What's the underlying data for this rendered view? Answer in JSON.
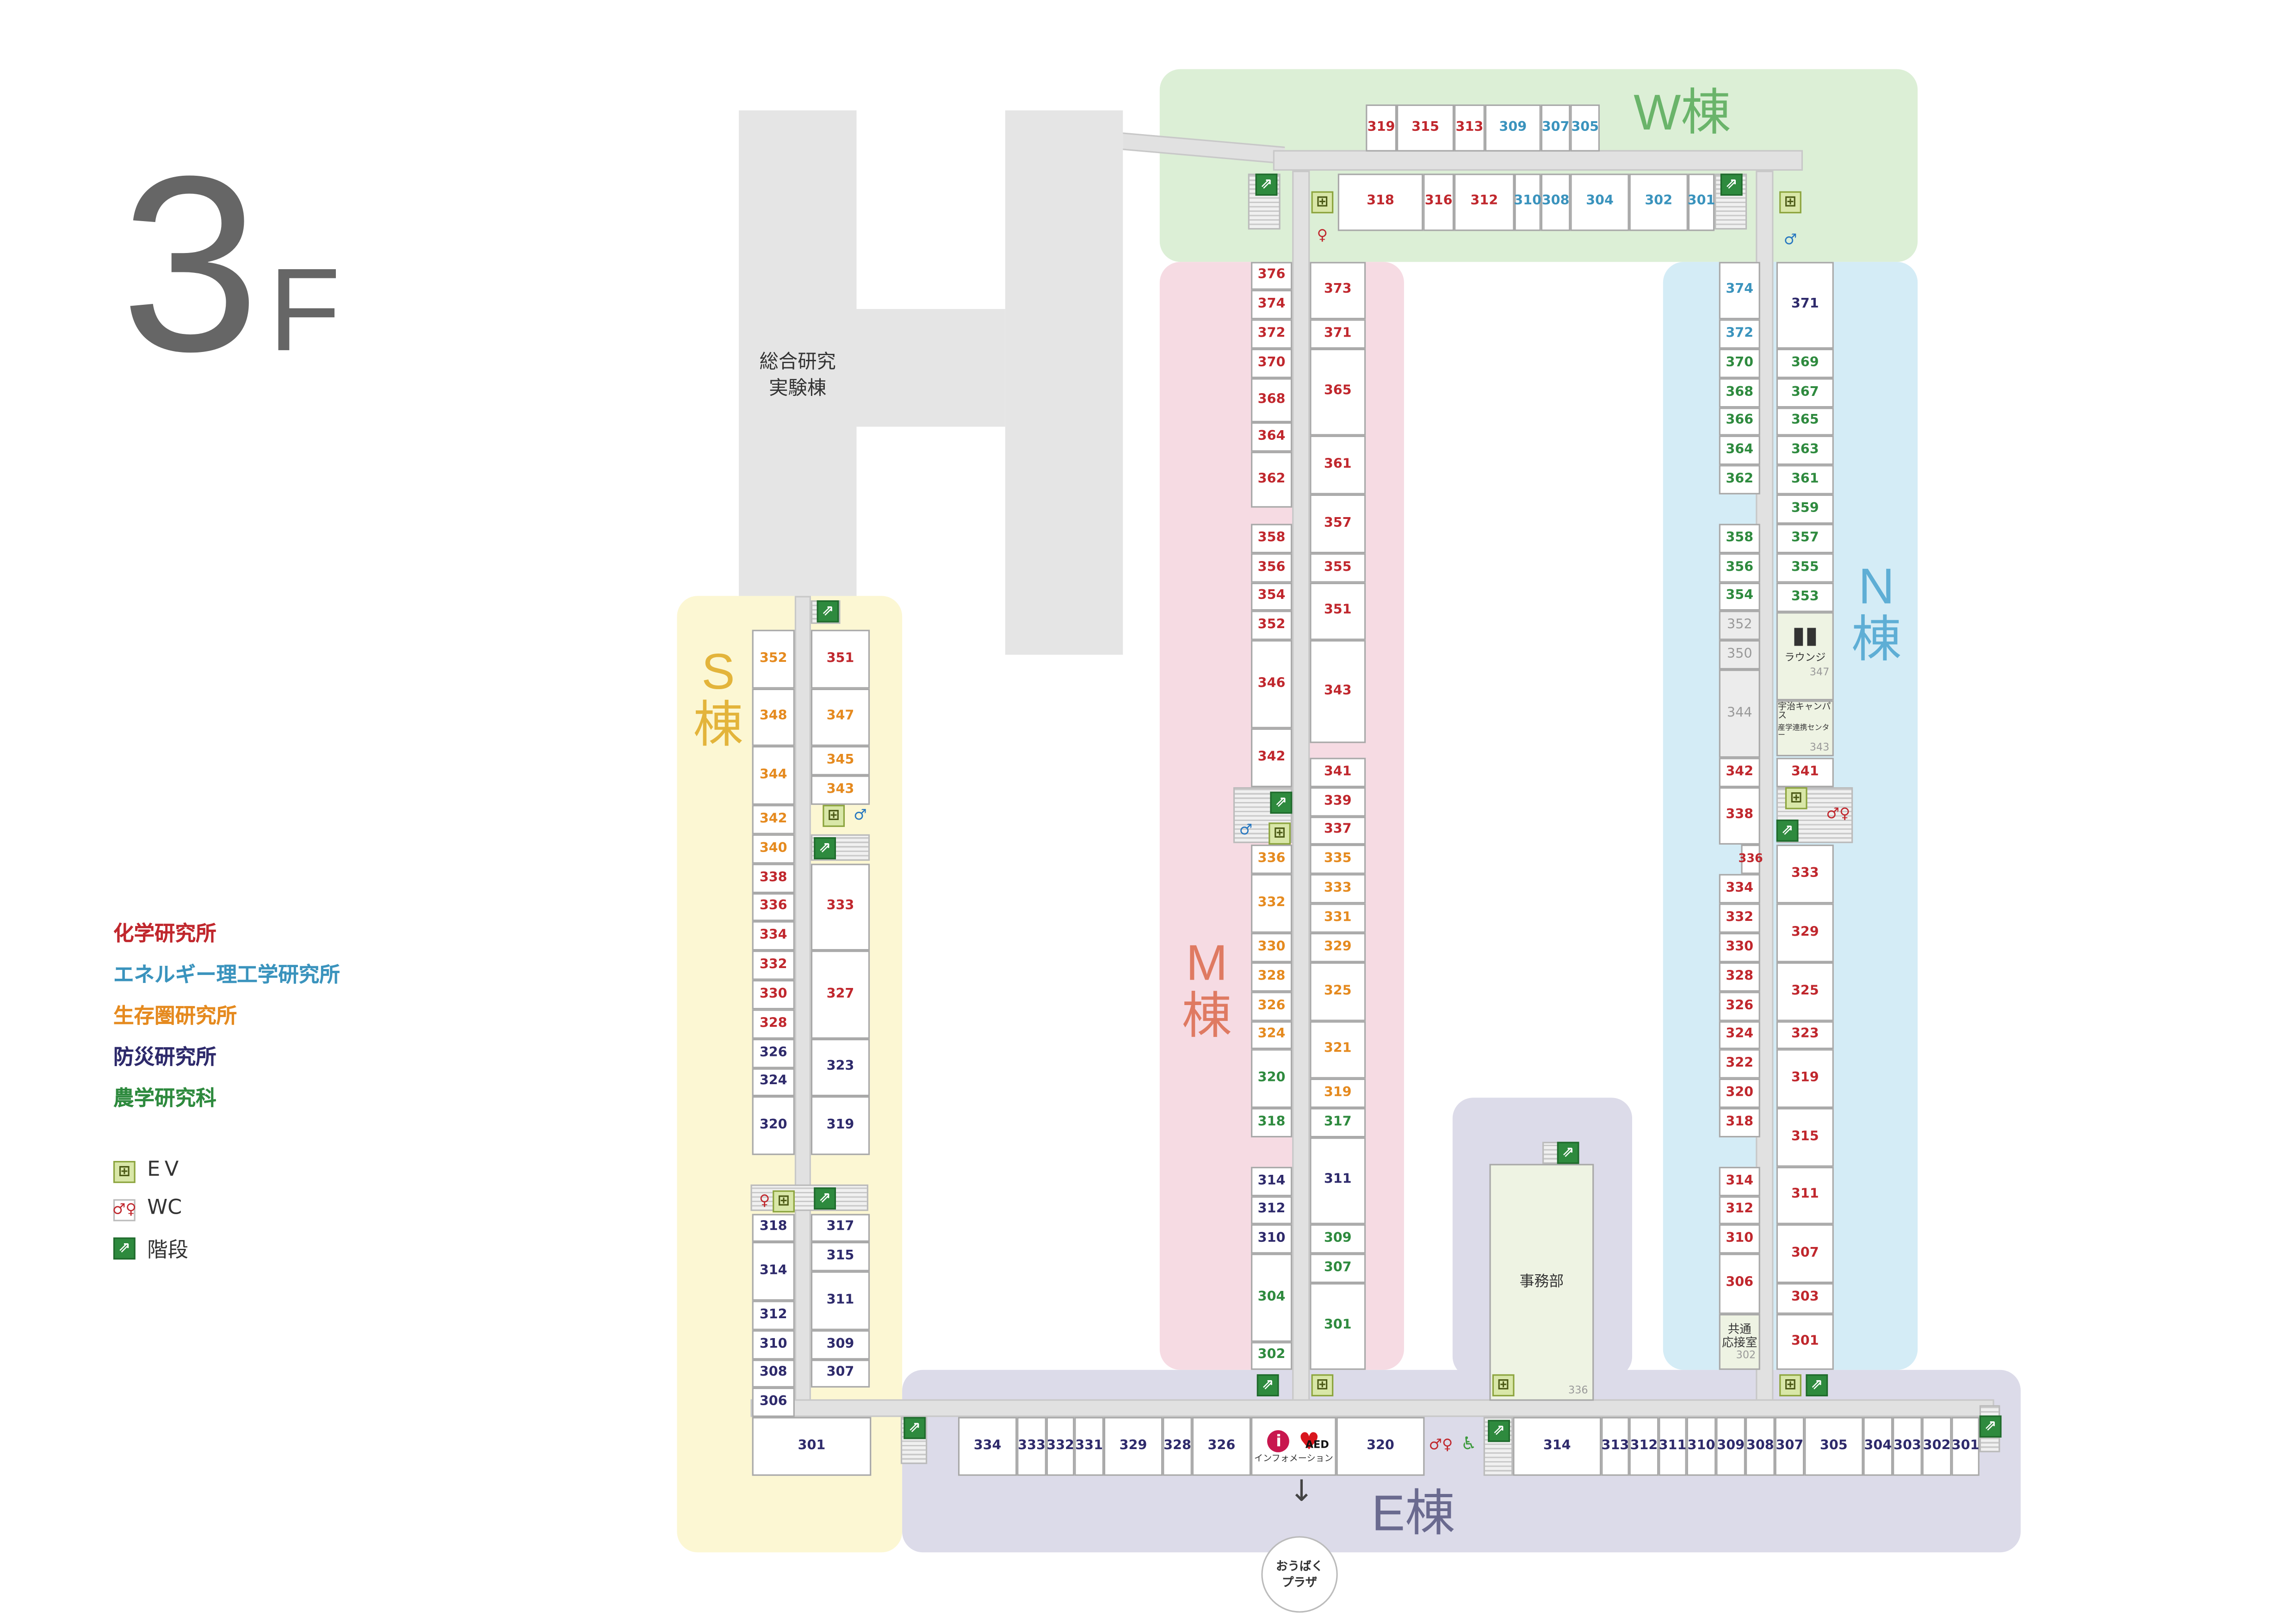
{
  "floor": {
    "number": "3",
    "unit": "F"
  },
  "building": {
    "name_line1": "総合研究",
    "name_line2": "実験棟"
  },
  "wings": {
    "W": "W棟",
    "S_1": "S",
    "S_2": "棟",
    "M_1": "M",
    "M_2": "棟",
    "N_1": "N",
    "N_2": "棟",
    "E": "E棟"
  },
  "legend": {
    "chem": "化学研究所",
    "energy": "エネルギー理工学研究所",
    "bio": "生存圏研究所",
    "disaster": "防災研究所",
    "agri": "農学研究科",
    "ev": "EV",
    "wc": "WC",
    "stairs": "階段"
  },
  "colors": {
    "chem": "#c0272d",
    "energy": "#3a93bd",
    "bio": "#e58a1f",
    "disaster": "#2e2a6b",
    "agri": "#2e8a3e",
    "zone_w": "#dcefd6",
    "zone_s": "#fcf7d3",
    "zone_m": "#f6dbe3",
    "zone_n": "#d4ecf6",
    "zone_e": "#dcdbe9",
    "zone_admin": "#dcdbe9"
  },
  "labels": {
    "lounge": "ラウンジ",
    "lounge_no": "347",
    "uji_center_1": "宇治キャンパス",
    "uji_center_2": "産学連携センター",
    "uji_center_no": "343",
    "common_1": "共通",
    "common_2": "応接室",
    "common_no": "302",
    "admin": "事務部",
    "admin_no": "336",
    "info": "インフォメーション",
    "aed": "AED",
    "plaza_1": "おうばく",
    "plaza_2": "プラザ",
    "info_mark": "i"
  },
  "rooms": {
    "w_top": [
      "319",
      "315",
      "313",
      "309",
      "307",
      "305"
    ],
    "w_bot": [
      "318",
      "316",
      "312",
      "310",
      "308",
      "304",
      "302",
      "301"
    ],
    "m_left": [
      "376",
      "374",
      "372",
      "370",
      "368",
      "364",
      "362",
      "358",
      "356",
      "354",
      "352",
      "346",
      "342",
      "336",
      "332",
      "330",
      "328",
      "326",
      "324",
      "320",
      "318",
      "314",
      "312",
      "310",
      "304",
      "302"
    ],
    "m_right": [
      "373",
      "371",
      "365",
      "361",
      "357",
      "355",
      "351",
      "343",
      "341",
      "339",
      "337",
      "335",
      "333",
      "331",
      "329",
      "325",
      "321",
      "319",
      "317",
      "311",
      "309",
      "307",
      "301"
    ],
    "n_left": [
      "374",
      "372",
      "370",
      "368",
      "366",
      "364",
      "362",
      "358",
      "356",
      "354",
      "352",
      "350",
      "344",
      "342",
      "338",
      "336",
      "334",
      "332",
      "330",
      "328",
      "326",
      "324",
      "322",
      "320",
      "318",
      "314",
      "312",
      "310",
      "306"
    ],
    "n_right": [
      "371",
      "369",
      "367",
      "365",
      "363",
      "361",
      "359",
      "357",
      "355",
      "353",
      "341",
      "333",
      "329",
      "325",
      "323",
      "319",
      "315",
      "311",
      "307",
      "303",
      "301"
    ],
    "s_left": [
      "352",
      "348",
      "344",
      "342",
      "340",
      "338",
      "336",
      "334",
      "332",
      "330",
      "328",
      "326",
      "324",
      "320",
      "318",
      "314",
      "312",
      "310",
      "308",
      "306",
      "301"
    ],
    "s_right": [
      "351",
      "347",
      "345",
      "343",
      "333",
      "327",
      "323",
      "319",
      "317",
      "315",
      "311",
      "309",
      "307"
    ],
    "e_left": [
      "334",
      "333",
      "332",
      "331",
      "329",
      "328",
      "326"
    ],
    "e_mid": [
      "320"
    ],
    "e_right": [
      "314",
      "313",
      "312",
      "311",
      "310",
      "309",
      "308",
      "307",
      "305",
      "304",
      "303",
      "302",
      "301"
    ]
  }
}
